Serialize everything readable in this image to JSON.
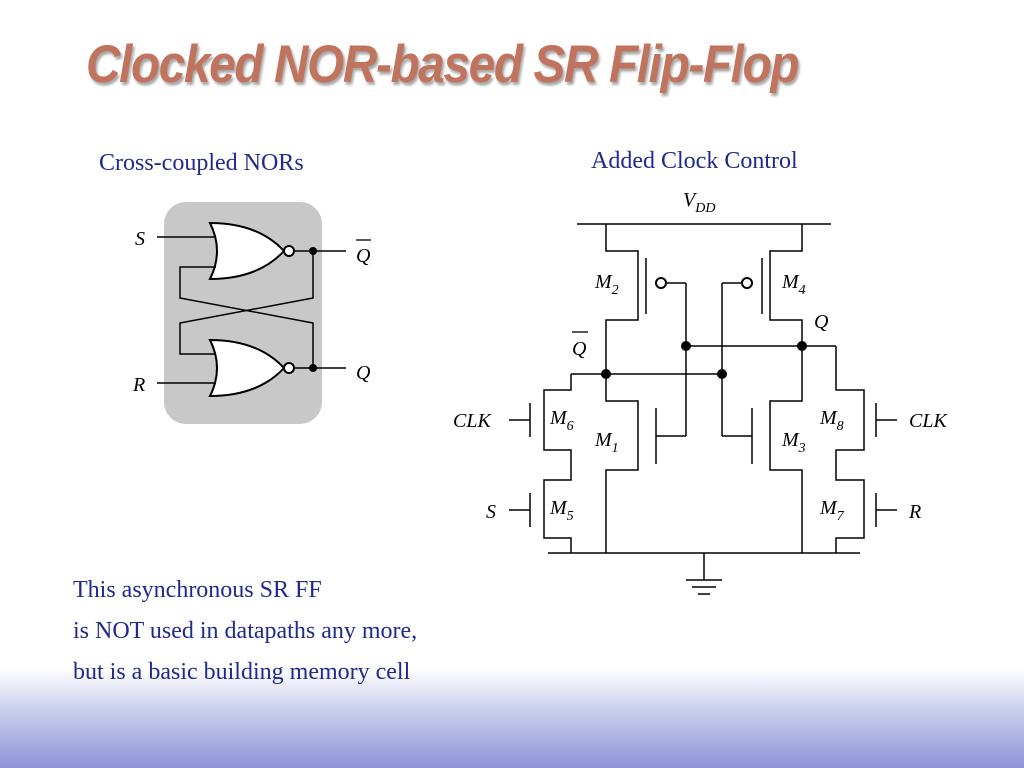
{
  "slide": {
    "title": "Clocked NOR-based SR Flip-Flop",
    "left_heading": "Cross-coupled NORs",
    "right_heading": "Added Clock Control",
    "body_lines": [
      "This asynchronous SR FF",
      "is NOT used in datapaths any more,",
      "but is a basic building memory cell"
    ]
  },
  "gate_diagram": {
    "input_s": "S",
    "input_r": "R",
    "output_qbar": "Q",
    "output_q": "Q"
  },
  "transistor_diagram": {
    "vdd_main": "V",
    "vdd_sub": "DD",
    "m2": {
      "main": "M",
      "sub": "2"
    },
    "m4": {
      "main": "M",
      "sub": "4"
    },
    "m6": {
      "main": "M",
      "sub": "6"
    },
    "m1": {
      "main": "M",
      "sub": "1"
    },
    "m8": {
      "main": "M",
      "sub": "8"
    },
    "m3": {
      "main": "M",
      "sub": "3"
    },
    "m5": {
      "main": "M",
      "sub": "5"
    },
    "m7": {
      "main": "M",
      "sub": "7"
    },
    "q_label": "Q",
    "qbar_label": "Q",
    "clk_left": "CLK",
    "clk_right": "CLK",
    "s_label": "S",
    "r_label": "R"
  },
  "colors": {
    "title": "#c0735d",
    "text": "#1f2a8c",
    "gate_panel": "#c8c8c8"
  }
}
